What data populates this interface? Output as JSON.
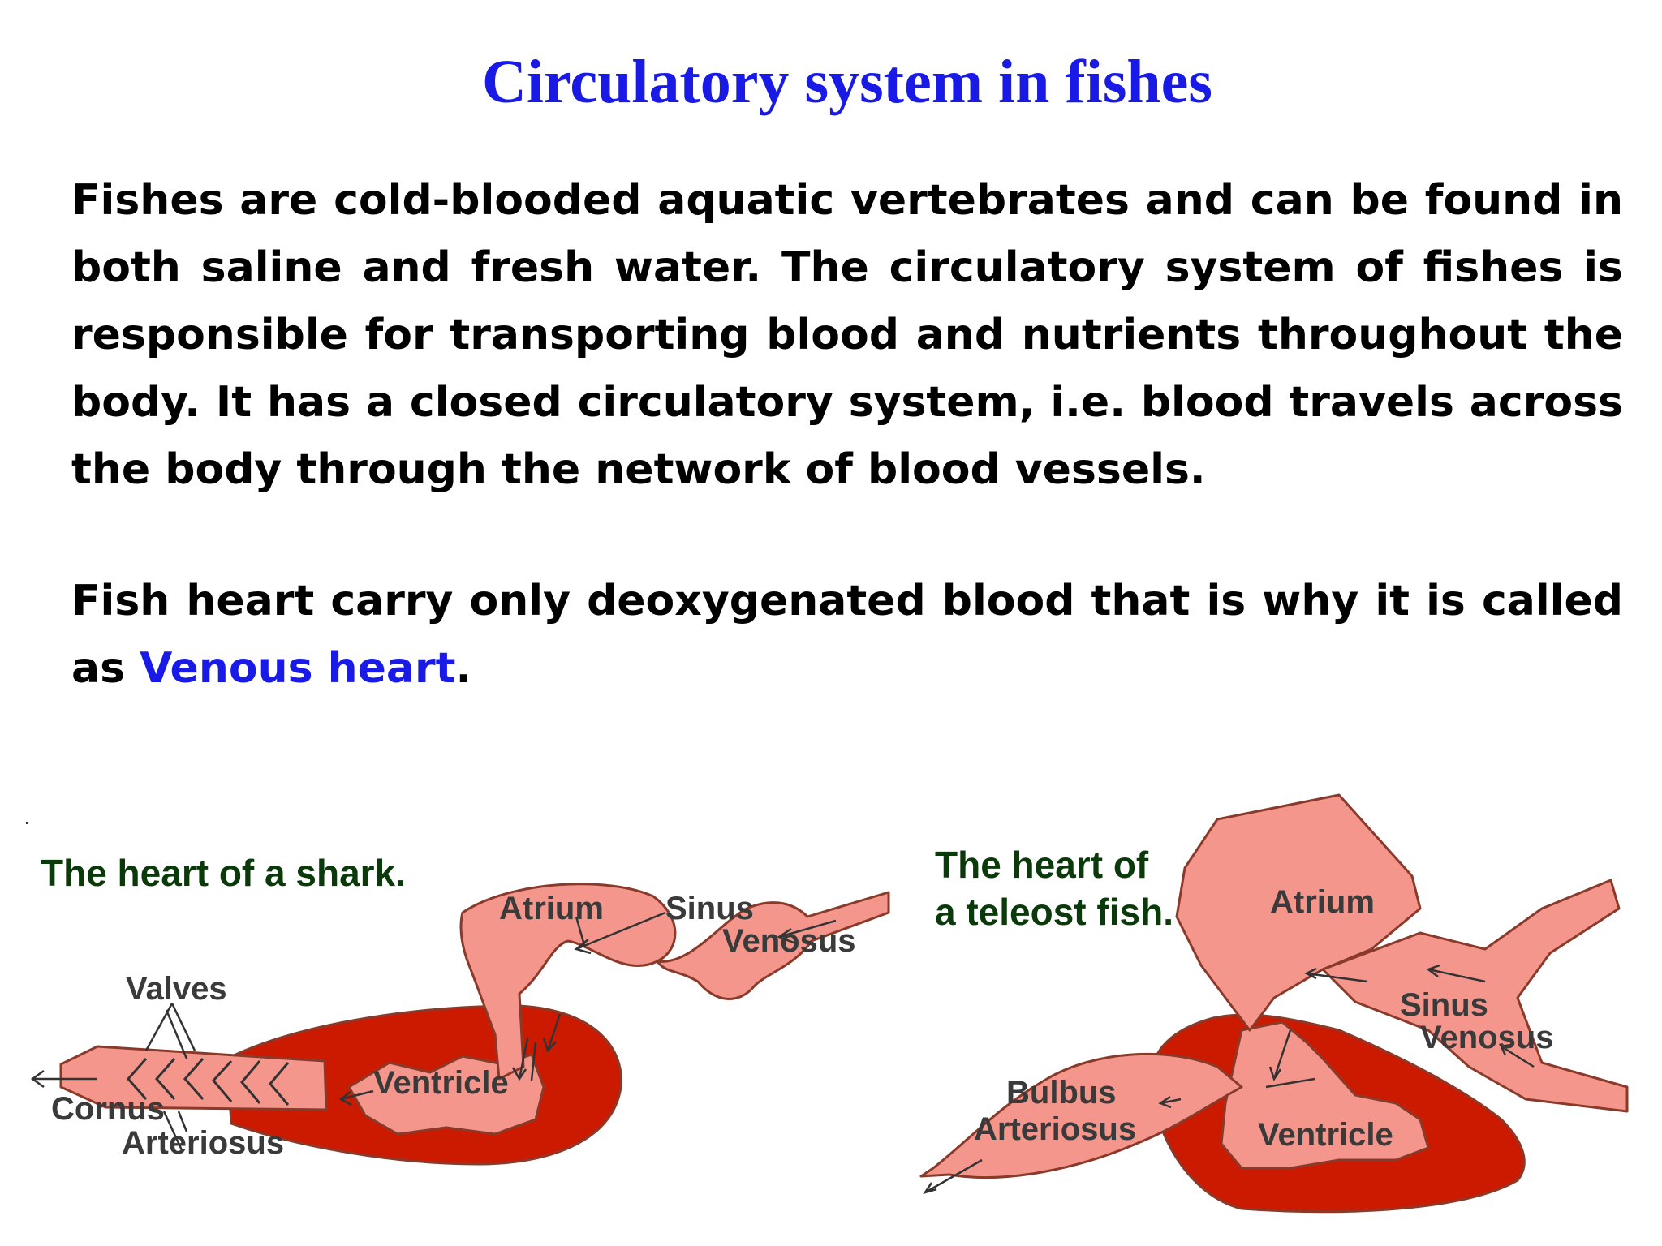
{
  "title": "Circulatory system in fishes",
  "paragraph1": "Fishes are cold-blooded aquatic vertebrates and can be found in both saline and fresh water. The circulatory system of fishes is responsible for transporting blood and nutrients throughout the body. It has a closed circulatory system, i.e. blood travels across the body through the network of blood vessels.",
  "paragraph2_text": "Fish heart carry only deoxygenated blood that is why it is called as",
  "paragraph2_highlight": "Venous heart",
  "paragraph2_end": ".",
  "colors": {
    "title": "#1a1ae6",
    "highlight": "#1a1ae6",
    "chamber_light": "#f4968c",
    "chamber_dark": "#cc1a00",
    "label_heading": "#0a3a0a"
  },
  "shark_diagram": {
    "heading": "The heart of a shark.",
    "atrium": "Atrium",
    "sinus": "Sinus",
    "venosus": "Venosus",
    "valves": "Valves",
    "ventricle": "Ventricle",
    "cornus": "Cornus",
    "arteriosus": "Arteriosus"
  },
  "teleost_diagram": {
    "heading_line1": "The heart of",
    "heading_line2": "a teleost fish.",
    "atrium": "Atrium",
    "sinus": "Sinus",
    "venosus": "Venosus",
    "bulbus": "Bulbus",
    "arteriosus": "Arteriosus",
    "ventricle": "Ventricle"
  }
}
